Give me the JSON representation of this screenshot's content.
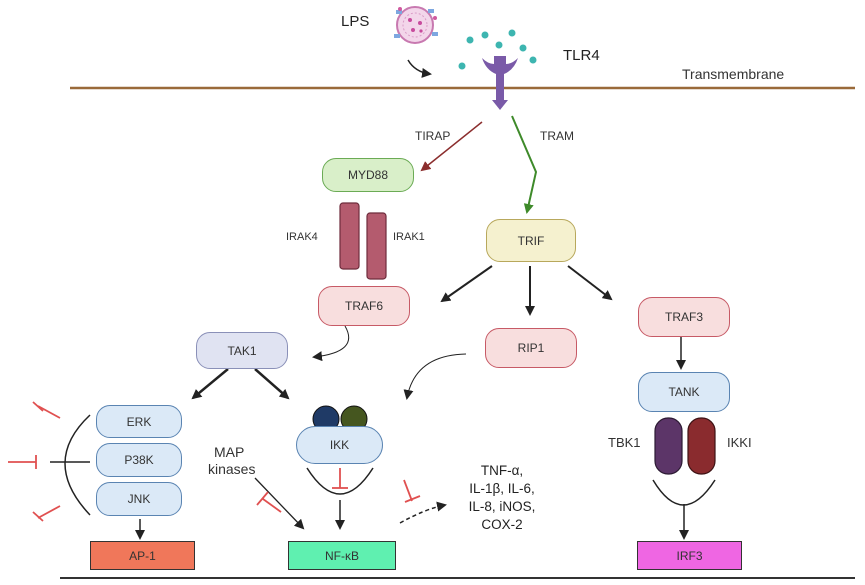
{
  "labels": {
    "lps": "LPS",
    "tlr4": "TLR4",
    "transmembrane": "Transmembrane",
    "tirap": "TIRAP",
    "tram": "TRAM",
    "irak4": "IRAK4",
    "irak1": "IRAK1",
    "map_kinases_line1": "MAP",
    "map_kinases_line2": "kinases",
    "tbk1": "TBK1",
    "ikki": "IKKI"
  },
  "nodes": {
    "myd88": "MYD88",
    "trif": "TRIF",
    "traf6": "TRAF6",
    "traf3": "TRAF3",
    "tak1": "TAK1",
    "rip1": "RIP1",
    "tank": "TANK",
    "erk": "ERK",
    "p38k": "P38K",
    "jnk": "JNK",
    "ikk": "IKK",
    "ap1": "AP-1",
    "nfkb": "NF-κB",
    "irf3": "IRF3"
  },
  "cytokines": [
    "TNF-α,",
    "IL-1β, IL-6,",
    "IL-8, iNOS,",
    "COX-2"
  ],
  "colors": {
    "myd88_fill": "#d9efc9",
    "myd88_border": "#6bab55",
    "trif_fill": "#f5f1cf",
    "trif_border": "#b8a85c",
    "pink_fill": "#f8dede",
    "pink_border": "#c75a66",
    "blue_fill": "#dbe9f7",
    "blue_border": "#5a84b2",
    "tak1_fill": "#e0e3f2",
    "tak1_border": "#8a90b8",
    "ap1": "#f0775a",
    "nfkb": "#5ff0b0",
    "irf3": "#ef66e3",
    "irak": "#b45b6e",
    "tbk1": "#5c3568",
    "ikki": "#8a2b2e",
    "ikk_navy": "#1f3a66",
    "ikk_olive": "#45561f",
    "tirap_arrow": "#8b2d2d",
    "tram_arrow": "#3e8a2a",
    "inhibitor": "#e05050",
    "membrane": "#9a6a3a"
  }
}
